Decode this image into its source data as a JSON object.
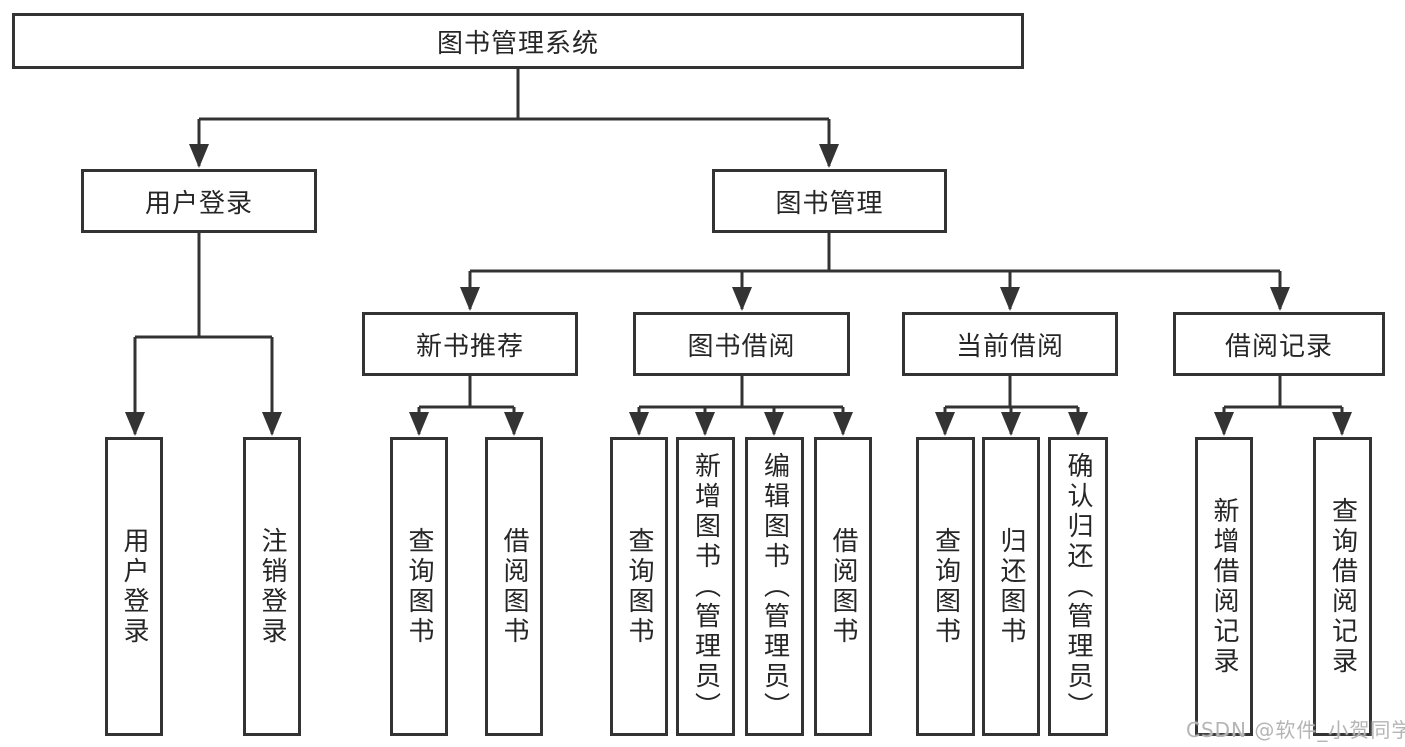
{
  "diagram": {
    "root": {
      "label": "图书管理系统"
    },
    "branches": [
      {
        "label": "用户登录",
        "children": [
          {
            "label": "用户登录"
          },
          {
            "label": "注销登录"
          }
        ]
      },
      {
        "label": "图书管理",
        "children": [
          {
            "label": "新书推荐",
            "children": [
              {
                "label": "查询图书"
              },
              {
                "label": "借阅图书"
              }
            ]
          },
          {
            "label": "图书借阅",
            "children": [
              {
                "label": "查询图书"
              },
              {
                "label": "新增图书（管理员）"
              },
              {
                "label": "编辑图书（管理员）"
              },
              {
                "label": "借阅图书"
              }
            ]
          },
          {
            "label": "当前借阅",
            "children": [
              {
                "label": "查询图书"
              },
              {
                "label": "归还图书"
              },
              {
                "label": "确认归还（管理员）"
              }
            ]
          },
          {
            "label": "借阅记录",
            "children": [
              {
                "label": "新增借阅记录"
              },
              {
                "label": "查询借阅记录"
              }
            ]
          }
        ]
      }
    ],
    "watermark": "CSDN @软件_小贺同学",
    "colors": {
      "line": "#333333",
      "text": "#262626",
      "background": "#ffffff",
      "watermark": "#b5b5b5"
    }
  }
}
